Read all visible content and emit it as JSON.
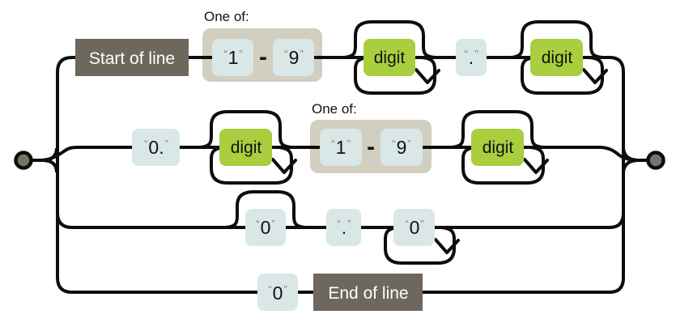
{
  "diagram": {
    "quote_open": "“",
    "quote_close": "”",
    "range_separator": "-",
    "colors": {
      "line": "#0d0d0d",
      "dark_node": "#6e675c",
      "green_node": "#a9ce3e",
      "literal_bg": "#d9e7e6",
      "group_bg": "#d2cfc0",
      "quote": "#8b857c",
      "dot_fill": "#7a7265",
      "text": "#121212",
      "node_text": "#ffffff"
    },
    "nodes": {
      "start_label": "Start of line",
      "end_label": "End of line",
      "group1_label": "One of:",
      "group2_label": "One of:",
      "digit_label": "digit",
      "r1_range_from": "1",
      "r1_range_to": "9",
      "r1_dot": ".",
      "r2_zero_dot": "0.",
      "r2_range_from": "1",
      "r2_range_to": "9",
      "r3_zero_a": "0",
      "r3_dot": ".",
      "r3_zero_b": "0",
      "r4_zero": "0"
    }
  }
}
